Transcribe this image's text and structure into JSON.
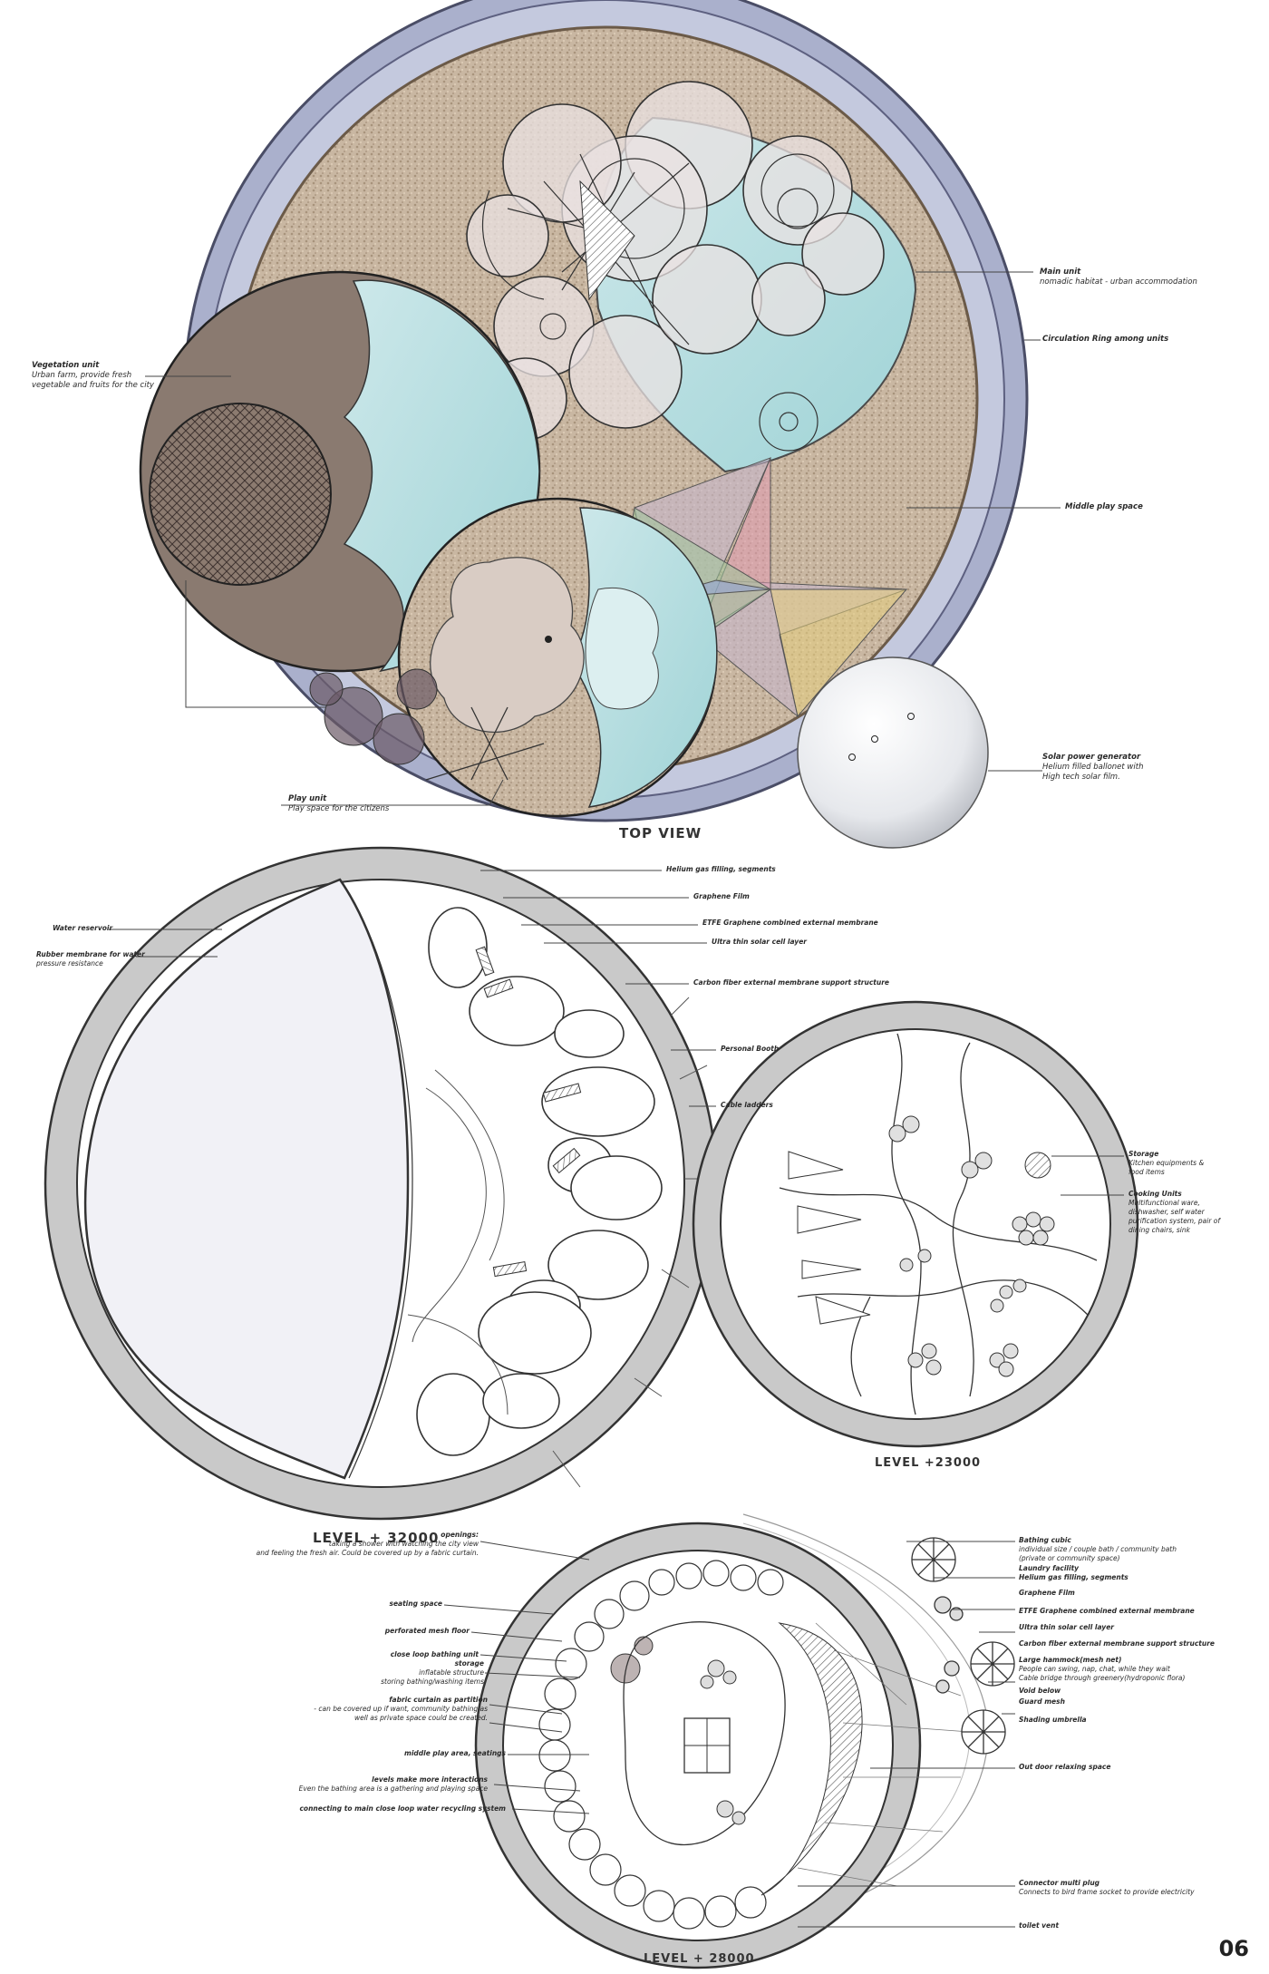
{
  "views": {
    "top": "TOP VIEW",
    "l32": "LEVEL + 32000",
    "l23": "LEVEL +23000",
    "l28": "LEVEL + 28000"
  },
  "page_number": "06",
  "labels": {
    "main_unit": [
      "Main unit",
      "nomadic habitat - urban accommodation"
    ],
    "circulation": "Circulation Ring among units",
    "vegetation": [
      "Vegetation unit",
      "Urban farm, provide fresh",
      "vegetable and fruits for the city"
    ],
    "middle_play": "Middle play space",
    "solar": [
      "Solar power generator",
      "Helium filled ballonet with",
      "High tech solar film."
    ],
    "play_unit": [
      "Play unit",
      "Play space for the citizens"
    ],
    "helium": "Helium gas filling, segments",
    "graphene_film": "Graphene Film",
    "etfe": "ETFE Graphene combined external membrane",
    "ultra_thin": "Ultra thin solar cell layer",
    "carbon_fiber": "Carbon fiber external membrane support structure",
    "water_reservoir": "Water reservoir",
    "rubber_membrane": [
      "Rubber membrane for water",
      "pressure resistance"
    ],
    "personal_booth": "Personal Booth",
    "cable_ladders": "Cable ladders",
    "storage": [
      "Storage",
      "Kitchen equipments &",
      "food items"
    ],
    "cooking": [
      "Cooking Units",
      "Multifunctional ware,",
      "dishwasher, self water",
      "purification system, pair of",
      "dining chairs, sink"
    ],
    "bathing_cubic": [
      "Bathing cubic",
      "individual size / couple bath / community bath",
      "(private or community space)"
    ],
    "laundry": "Laundry facility",
    "helium2": "Helium gas filling, segments",
    "graphene_film2": "Graphene Film",
    "etfe2": "ETFE Graphene combined external membrane",
    "ultra_thin2": "Ultra thin solar cell layer",
    "carbon_fiber2": "Carbon fiber external membrane support structure",
    "hammock": [
      "Large hammock(mesh net)",
      "People can swing, nap, chat, while they wait",
      "Cable bridge through  greenery(hydroponic flora)"
    ],
    "void_below": "Void below",
    "guard_mesh": "Guard mesh",
    "shading": "Shading umbrella",
    "outdoor": "Out door relaxing space",
    "openings": [
      "openings:",
      "taking a shower with watching the city view",
      "and feeling the fresh air. Could be covered up by a fabric curtain."
    ],
    "seating": "seating space",
    "perforated": "perforated mesh floor",
    "close_loop": "close loop bathing unit",
    "inflatable": [
      "storage",
      "inflatable structure",
      "storing bathing/washing items"
    ],
    "fabric": [
      "fabric curtain as partition",
      "- can be covered up if want, community bathing as",
      "well as private space could be created."
    ],
    "middle_area": "middle play area, seatings",
    "levels": [
      "levels make more interactions",
      "Even the bathing area is a gathering and playing space"
    ],
    "connecting": "connecting to main close loop water recycling system",
    "connector": [
      "Connector multi plug",
      "Connects to bird frame socket to provide electricity"
    ],
    "toilet": "toilet vent"
  }
}
